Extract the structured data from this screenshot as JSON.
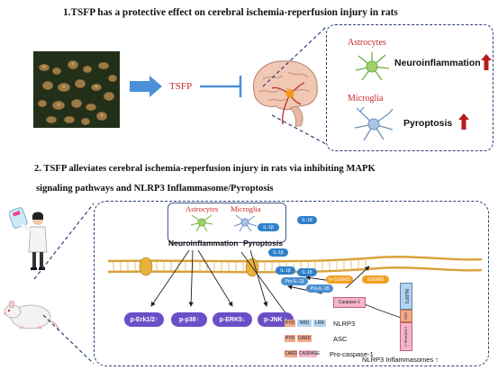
{
  "section1": {
    "title": "1.TSFP has a protective effect on cerebral ischemia-reperfusion injury in rats",
    "drug_label": "TSFP",
    "astrocytes_label": "Astrocytes",
    "microglia_label": "Microglia",
    "neuroinflammation_label": "Neuroinflammation",
    "pyroptosis_label": "Pyroptosis"
  },
  "section2": {
    "title_line1": "2. TSFP alleviates cerebral ischemia-reperfusion injury in rats via inhibiting MAPK",
    "title_line2": "signaling pathways and NLRP3 Inflammasome/Pyroptosis",
    "astrocytes_label": "Astrocytes",
    "microglia_label": "Microglia",
    "neuroinflammation_label": "Neuroinflammation",
    "pyroptosis_label": "Pyroptosis",
    "pills": [
      "p-Erk1/2↑",
      "p-p38↑",
      "p-ERK5↓",
      "p-JNK ↑"
    ],
    "cytokines": [
      "IL-1β",
      "IL-18",
      "IL-1β",
      "IL-18",
      "IL-1β",
      "IL-18",
      "Pro-IL-1β",
      "Pro-IL-18"
    ],
    "gsdmd": [
      "N-GSDMD",
      "N-GSDMD",
      "GSDMD"
    ],
    "caspase_label": "Caspase-1",
    "nlrp3_domains": [
      "PYD",
      "NBD",
      "LRR"
    ],
    "asc_domains": [
      "PYD",
      "CARD"
    ],
    "procasp_domains": [
      "CARD",
      "CASPASE"
    ],
    "nlrp3_label": "NLRP3",
    "asc_label": "ASC",
    "procaspase_label": "Pro-caspase-1",
    "inflammasome_label": "NLRP3 Inflammasomes",
    "inflammasome_arrow": "↑",
    "complex_labels": [
      "NLRP3",
      "ASC",
      "CASPASE-1"
    ]
  },
  "colors": {
    "title": "#111111",
    "red": "#c62828",
    "blue_arrow": "#4a90d9",
    "pill": "#6a4fc7",
    "membrane": "#d9a23a",
    "dashed_border": "#2b3f7a",
    "cytokine": "#2f80c9",
    "nlrp3_box": "#b3d4f0",
    "asc_box": "#f2a98a",
    "caspase_box": "#f5b5c8"
  }
}
